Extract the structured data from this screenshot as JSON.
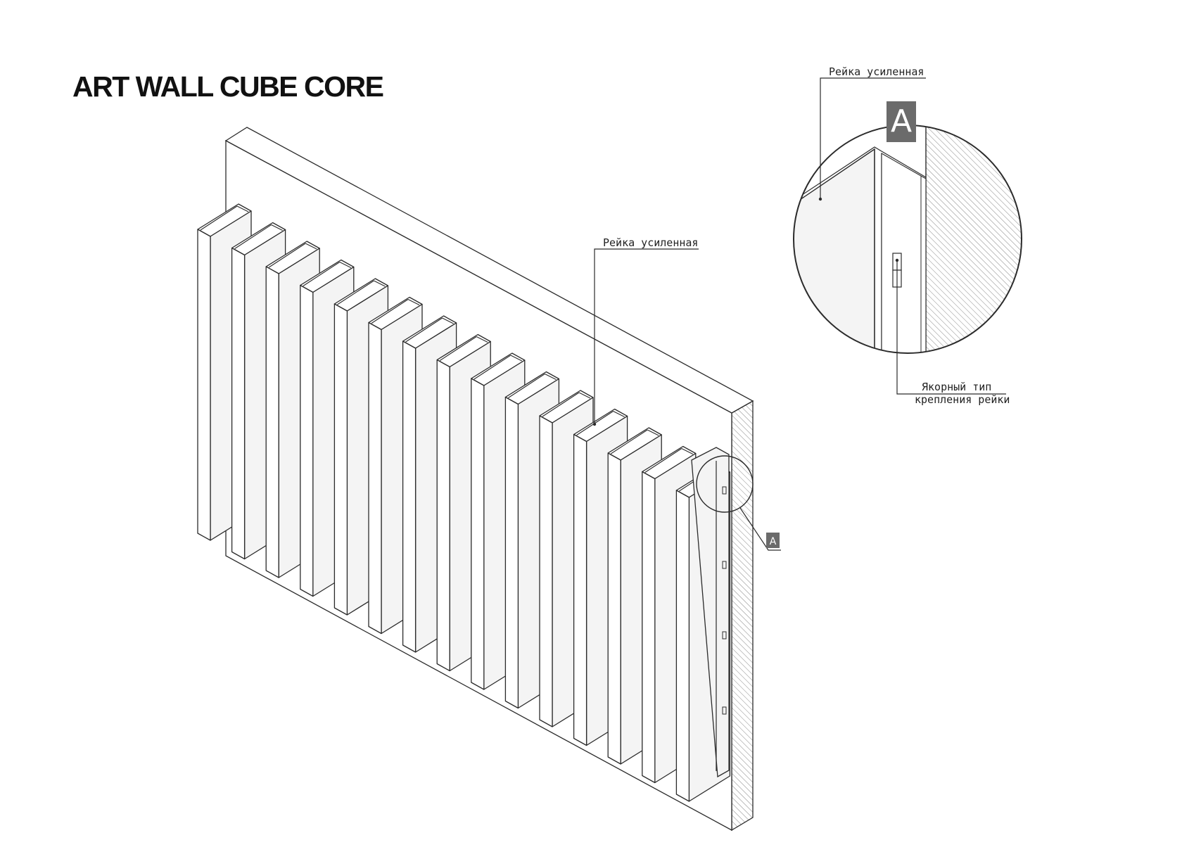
{
  "title": "ART WALL CUBE CORE",
  "callouts": {
    "main_rail": "Рейка усиленная",
    "detail_rail": "Рейка усиленная",
    "anchor_line1": "Якорный тип",
    "anchor_line2": "крепления рейки"
  },
  "detail_marker": {
    "small": "A",
    "large": "A"
  },
  "colors": {
    "line": "#2b2b2b",
    "panel_fill": "#ffffff",
    "slat_fill": "#f4f4f4",
    "marker_fill": "#6b6b6b",
    "marker_text": "#ffffff",
    "hatch": "#8a8a8a"
  },
  "slats": {
    "count": 15
  }
}
